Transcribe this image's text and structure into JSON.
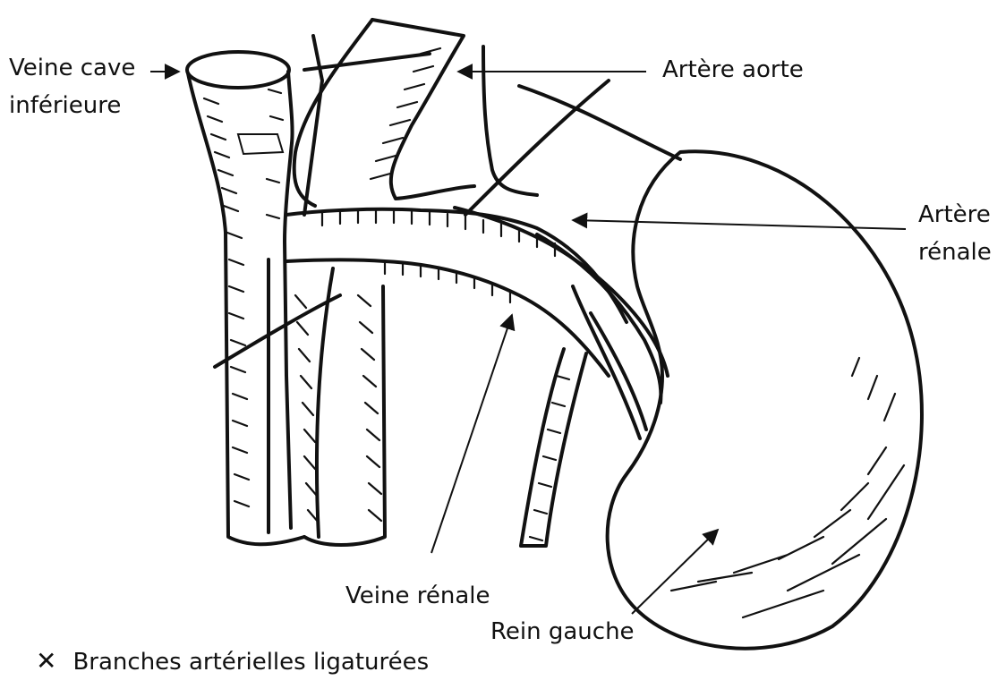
{
  "labels": {
    "vena_cava_line1": "Veine cave",
    "vena_cava_line2": "inférieure",
    "aorta": "Artère aorte",
    "renal_artery_line1": "Artère",
    "renal_artery_line2": "rénale",
    "renal_vein": "Veine rénale",
    "left_kidney": "Rein gauche"
  },
  "legend": {
    "symbol": "✕",
    "text": "Branches artérielles ligaturées"
  }
}
